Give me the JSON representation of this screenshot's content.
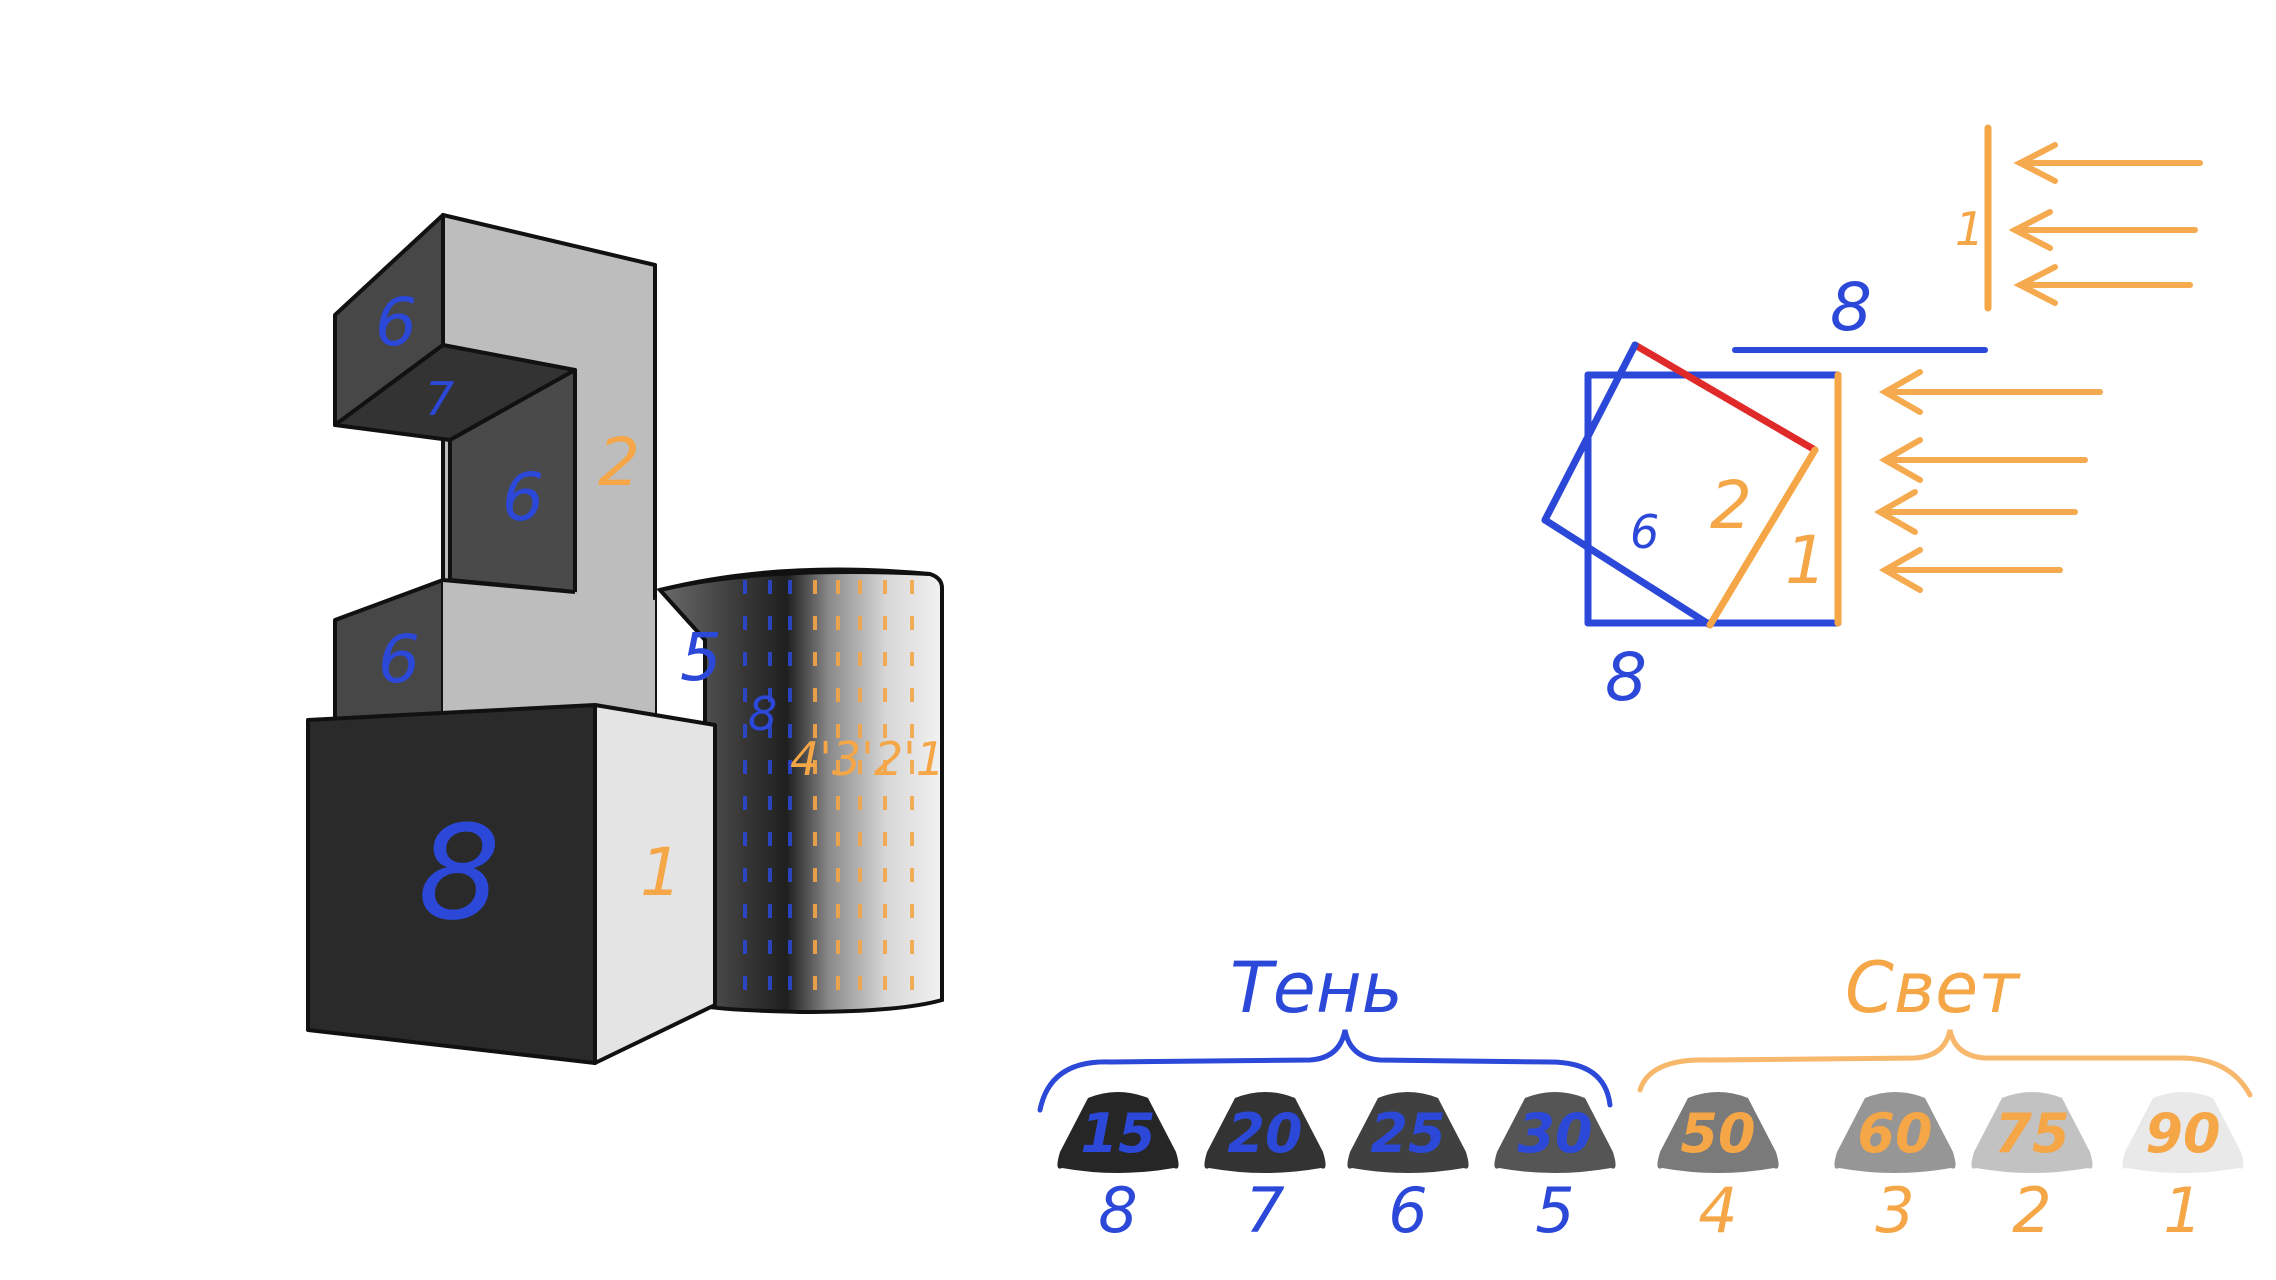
{
  "colors": {
    "shadow": "#2b48d8",
    "light": "#f5a646",
    "red_edge": "#e02a2a"
  },
  "scene": {
    "cube_front": "8",
    "cube_side": "1",
    "hook_top_left": "6",
    "hook_top_inner": "7",
    "hook_inner": "6",
    "hook_right": "2",
    "hook_lower_left": "6",
    "cylinder_left": "5",
    "cylinder_mid": "8",
    "cylinder_bands": "4'3'2'1"
  },
  "plan": {
    "top_label": "8",
    "bottom_label": "8",
    "rot_left": "6",
    "rot_right": "2",
    "side_right": "1",
    "light_label": "1"
  },
  "legend": {
    "shadow_title": "Тень",
    "light_title": "Свет",
    "swatches": [
      {
        "value": "15",
        "index": "8",
        "fill": "#262626",
        "text": "#2b48d8"
      },
      {
        "value": "20",
        "index": "7",
        "fill": "#333333",
        "text": "#2b48d8"
      },
      {
        "value": "25",
        "index": "6",
        "fill": "#404040",
        "text": "#2b48d8"
      },
      {
        "value": "30",
        "index": "5",
        "fill": "#555555",
        "text": "#2b48d8"
      },
      {
        "value": "50",
        "index": "4",
        "fill": "#7a7a7a",
        "text": "#f5a646"
      },
      {
        "value": "60",
        "index": "3",
        "fill": "#969696",
        "text": "#f5a646"
      },
      {
        "value": "75",
        "index": "2",
        "fill": "#c2c2c2",
        "text": "#f5a646"
      },
      {
        "value": "90",
        "index": "1",
        "fill": "#e9e9e9",
        "text": "#f5a646"
      }
    ]
  }
}
